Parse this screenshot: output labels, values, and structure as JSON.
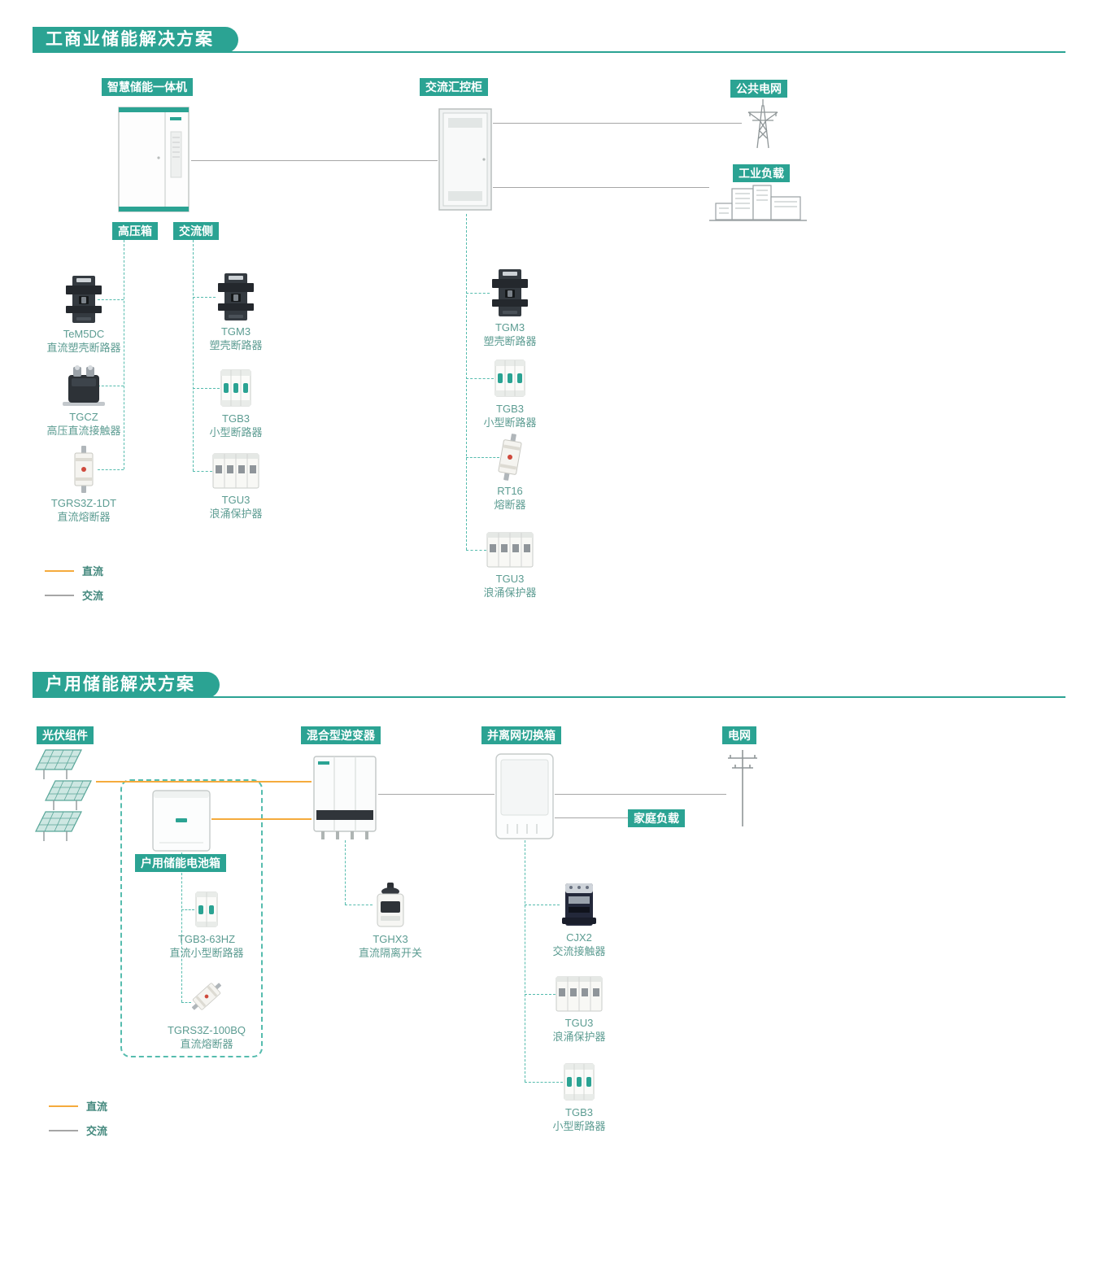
{
  "colors": {
    "teal": "#2BA393",
    "teal_light": "#56BCAE",
    "orange": "#F5AB3D",
    "gray_line": "#A6A6A6"
  },
  "section1": {
    "title": "工商业储能解决方案",
    "labels": {
      "storage": "智慧储能一体机",
      "ac_cabinet": "交流汇控柜",
      "public_grid": "公共电网",
      "industrial_load": "工业负载",
      "hv_box": "高压箱",
      "ac_side": "交流侧"
    },
    "hv_products": [
      {
        "name": "TeM5DC",
        "desc": "直流塑壳断路器"
      },
      {
        "name": "TGCZ",
        "desc": "高压直流接触器"
      },
      {
        "name": "TGRS3Z-1DT",
        "desc": "直流熔断器"
      }
    ],
    "ac_products": [
      {
        "name": "TGM3",
        "desc": "塑壳断路器"
      },
      {
        "name": "TGB3",
        "desc": "小型断路器"
      },
      {
        "name": "TGU3",
        "desc": "浪涌保护器"
      }
    ],
    "cabinet_products": [
      {
        "name": "TGM3",
        "desc": "塑壳断路器"
      },
      {
        "name": "TGB3",
        "desc": "小型断路器"
      },
      {
        "name": "RT16",
        "desc": "熔断器"
      },
      {
        "name": "TGU3",
        "desc": "浪涌保护器"
      }
    ],
    "legend": {
      "dc": "直流",
      "ac": "交流"
    }
  },
  "section2": {
    "title": "户用储能解决方案",
    "labels": {
      "pv": "光伏组件",
      "inverter": "混合型逆变器",
      "switch_box": "并离网切换箱",
      "grid": "电网",
      "home_load": "家庭负载",
      "battery_box": "户用储能电池箱"
    },
    "battery_products": [
      {
        "name": "TGB3-63HZ",
        "desc": "直流小型断路器"
      },
      {
        "name": "TGRS3Z-100BQ",
        "desc": "直流熔断器"
      }
    ],
    "inverter_products": [
      {
        "name": "TGHX3",
        "desc": "直流隔离开关"
      }
    ],
    "switch_products": [
      {
        "name": "CJX2",
        "desc": "交流接触器"
      },
      {
        "name": "TGU3",
        "desc": "浪涌保护器"
      },
      {
        "name": "TGB3",
        "desc": "小型断路器"
      }
    ],
    "legend": {
      "dc": "直流",
      "ac": "交流"
    }
  }
}
